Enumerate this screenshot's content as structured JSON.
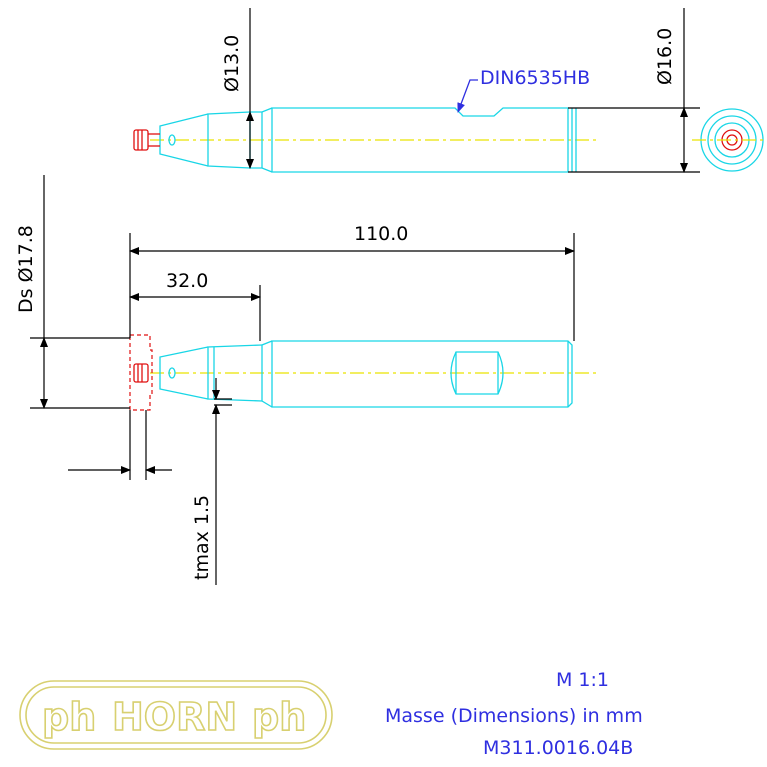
{
  "dimensions": {
    "d13": "Ø13.0",
    "d16": "Ø16.0",
    "length110": "110.0",
    "length32": "32.0",
    "ds": "Ds Ø17.8",
    "tmax": "tmax 1.5"
  },
  "callout": {
    "din": "DIN6535HB"
  },
  "logo": {
    "text": "HORN",
    "mark": "ph"
  },
  "titleblock": {
    "scale": "M 1:1",
    "units": "Masse (Dimensions) in mm",
    "drawing_number": "M311.0016.04B"
  },
  "colors": {
    "outline": "#19d6e6",
    "dimension": "#000000",
    "centerline": "#e9e400",
    "insert": "#e01010",
    "note": "#2f2fe0",
    "logo": "#d8d070"
  }
}
